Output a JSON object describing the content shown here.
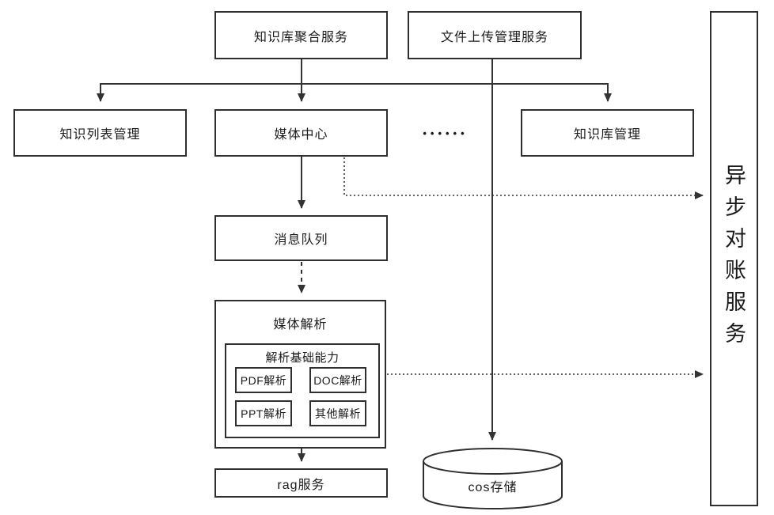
{
  "diagram": {
    "title_hint": "knowledge-base media parsing architecture",
    "colors": {
      "stroke": "#333333",
      "box_border": "#2f2f2f",
      "background": "#ffffff",
      "text": "#1a1a1a"
    },
    "nodes": {
      "kb_aggregation": "知识库聚合服务",
      "file_upload": "文件上传管理服务",
      "knowledge_list": "知识列表管理",
      "media_center": "媒体中心",
      "ellipsis_dots": "••••••",
      "kb_management": "知识库管理",
      "async_recon": "异步对账服务",
      "message_queue": "消息队列",
      "media_parse": "媒体解析",
      "parse_base": "解析基础能力",
      "pdf_parse": "PDF解析",
      "doc_parse": "DOC解析",
      "ppt_parse": "PPT解析",
      "other_parse": "其他解析",
      "rag": "rag服务",
      "cos": "cos存储"
    }
  }
}
